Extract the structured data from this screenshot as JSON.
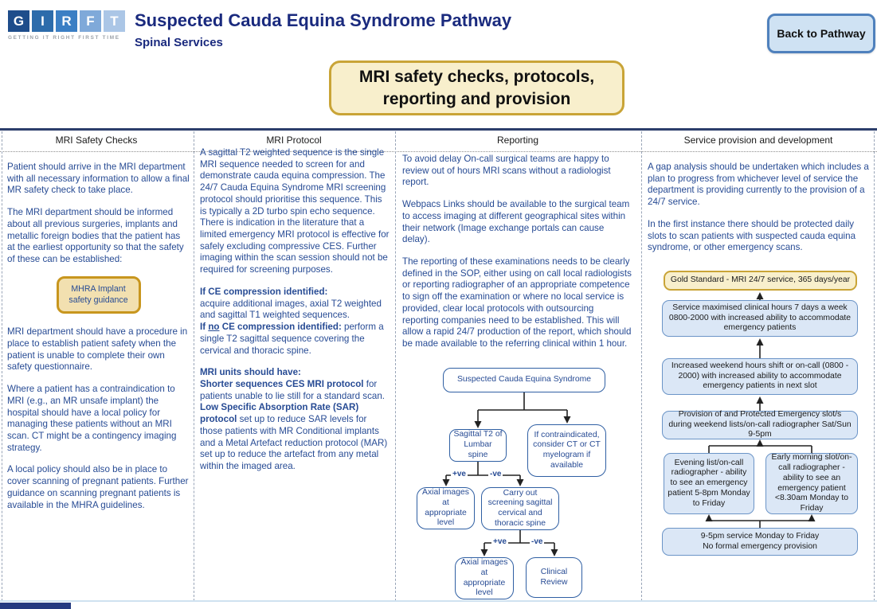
{
  "colors": {
    "brand_navy": "#1a2a7e",
    "body_text_blue": "#274b94",
    "gold_border": "#c9a437",
    "cream_fill": "#f8efcc",
    "tan_fill": "#f2e0b0",
    "tan_border": "#c8961e",
    "light_blue_fill": "#dbe7f6",
    "blue_border": "#4f81bd"
  },
  "header": {
    "logo": {
      "letters": [
        "G",
        "I",
        "R",
        "F",
        "T"
      ],
      "tagline": "GETTING IT RIGHT FIRST TIME"
    },
    "title": "Suspected Cauda Equina Syndrome Pathway",
    "subtitle": "Spinal Services",
    "back_button": "Back to Pathway"
  },
  "banner": {
    "text": "MRI safety checks, protocols, reporting and provision"
  },
  "columns": {
    "safety": {
      "header": "MRI Safety Checks",
      "p1": "Patient should arrive in the MRI department with all necessary information to allow a final MR safety check to take place.",
      "p2": "The MRI department should be informed about all previous surgeries, implants and metallic foreign bodies that the patient has at the earliest opportunity so that the safety of these can be established:",
      "mhra_button": "MHRA Implant safety guidance",
      "p3": "MRI department should have a procedure in place to establish patient safety when the patient is unable to complete their own safety questionnaire.",
      "p4": "Where a patient has a contraindication to MRI (e.g., an MR unsafe implant) the hospital should have a local policy for managing these patients without an MRI scan. CT might be a contingency imaging strategy.",
      "p5": "A local policy should also be in place to cover scanning of pregnant patients. Further guidance on scanning pregnant patients is available in the MHRA guidelines."
    },
    "protocol": {
      "header": "MRI Protocol",
      "p1": "A sagittal T2 weighted sequence is the single MRI sequence needed to screen for and demonstrate cauda equina compression. The 24/7 Cauda Equina Syndrome MRI screening protocol should prioritise this sequence. This is typically a 2D turbo spin echo sequence. There is indication in the literature that a limited emergency MRI protocol is effective for safely excluding compressive CES. Further imaging within the scan session should not be required for screening purposes.",
      "p2_rich": [
        {
          "t": "If CE compression identified:",
          "bold": true
        },
        {
          "br": true
        },
        {
          "t": "acquire additional images, axial T2 weighted and sagittal T1 weighted sequences."
        },
        {
          "br": true
        },
        {
          "t": "If ",
          "bold": true
        },
        {
          "t": "no",
          "bold": true,
          "underline": true
        },
        {
          "t": " CE compression identified:",
          "bold": true
        },
        {
          "t": " perform a single T2 sagittal sequence covering the cervical and thoracic spine."
        }
      ],
      "p3_rich": [
        {
          "t": "MRI units should have:",
          "bold": true
        },
        {
          "br": true
        },
        {
          "t": "Shorter sequences CES MRI protocol",
          "bold": true
        },
        {
          "t": " for patients unable to lie still for a standard scan."
        },
        {
          "br": true
        },
        {
          "t": "Low Specific Absorption Rate (SAR) protocol",
          "bold": true
        },
        {
          "t": " set up to reduce SAR levels for those patients with MR Conditional implants and a Metal Artefact reduction protocol (MAR) set up to reduce the artefact from any metal within the imaged area."
        }
      ]
    },
    "reporting": {
      "header": "Reporting",
      "p1": "To avoid delay On-call surgical teams are happy to review out of hours MRI scans without a radiologist report.",
      "p2": "Webpacs Links should be available to the surgical team to access imaging at different geographical sites within their network (Image exchange portals can cause delay).",
      "p3": "The reporting of these examinations needs to be clearly defined in the SOP, either using on call local radiologists or reporting radiographer of an appropriate competence to sign off the examination or where no local service is provided, clear local protocols with outsourcing reporting companies need to be established. This will allow a rapid 24/7 production of the report, which should be made available to the referring clinical within 1 hour.",
      "flow": {
        "root": "Suspected Cauda Equina Syndrome",
        "sagittal": "Sagittal T2 of Lumbar spine",
        "contraindicated": "If contraindicated, consider CT or CT myelogram if available",
        "axial1": "Axial images at appropriate level",
        "screening": "Carry out screening sagittal cervical and thoracic spine",
        "axial2": "Axial images at appropriate level",
        "clinical": "Clinical Review",
        "pos": "+ve",
        "neg": "-ve"
      }
    },
    "service": {
      "header": "Service provision and development",
      "p1": "A gap analysis should be undertaken which includes a plan to progress from whichever level of service the department is providing currently to the provision of a 24/7 service.",
      "p2": "In the first instance there should be protected daily slots to scan patients with suspected cauda equina syndrome, or other emergency scans.",
      "ladder": {
        "gold": "Gold Standard - MRI 24/7 service, 365 days/year",
        "l2": "Service maximised clinical hours 7 days a week 0800-2000 with increased ability to accommodate emergency patients",
        "l3": "Increased weekend hours shift or on-call (0800 - 2000) with increased ability to accommodate emergency patients in next slot",
        "l4": "Provision of and Protected Emergency slot/s during weekend lists/on-call radiographer Sat/Sun 9-5pm",
        "evening": "Evening list/on-call radiographer - ability to see an emergency patient 5-8pm Monday to Friday",
        "early": "Early morning slot/on-call radiographer - ability to see an emergency patient <8.30am Monday to Friday",
        "base": "9-5pm service Monday to Friday\nNo formal emergency provision"
      }
    }
  }
}
